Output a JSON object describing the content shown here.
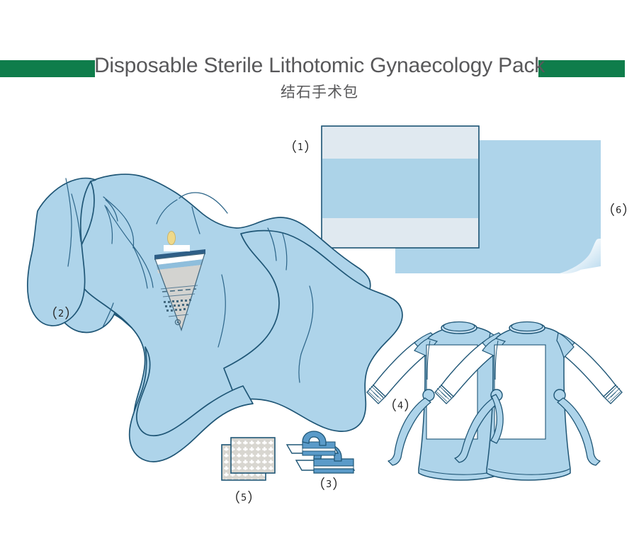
{
  "header": {
    "title_en": "Disposable Sterile Lithotomic Gynaecology Pack",
    "title_zh": "结石手术包",
    "accent_color": "#0F7D4B",
    "title_color": "#58585A"
  },
  "labels": {
    "open_paren": "（",
    "close_paren": "）",
    "item1": "1",
    "item2": "2",
    "item3": "3",
    "item4": "4",
    "item5": "5",
    "item6": "6"
  },
  "items": [
    {
      "number": "1",
      "name": "banded-drape-sheet",
      "description": "Rectangular drape sheet with light and medium blue horizontal bands",
      "colors": {
        "band_light": "#E0E9F0",
        "band_medium": "#ACD3E8",
        "outline": "#1F5676"
      }
    },
    {
      "number": "2",
      "name": "lithotomy-drape",
      "description": "Large draped lithotomy sheet with fenestration, funnel pouch and fluid collection bag",
      "colors": {
        "fabric": "#AED4EA",
        "outline": "#1F5676",
        "pouch": "#D3D3D0",
        "tab": "#EFD98A"
      }
    },
    {
      "number": "3",
      "name": "folded-sheets",
      "description": "Folded blue and white non-woven sheets",
      "colors": {
        "blue": "#5B9BC9",
        "white": "#FFFFFF",
        "outline": "#1F5676"
      }
    },
    {
      "number": "4",
      "name": "surgical-gowns",
      "description": "Two reinforced surgical gowns with knit cuffs, neck binding and waist ties",
      "quantity": 2,
      "colors": {
        "fabric": "#AED4EA",
        "reinforcement": "#FFFFFF",
        "outline": "#1F5676"
      }
    },
    {
      "number": "5",
      "name": "hand-towels",
      "description": "Two stacked absorbent hand towels with textured pattern",
      "quantity": 2,
      "colors": {
        "fabric": "#D8D6D0",
        "outline": "#1F5676"
      }
    },
    {
      "number": "6",
      "name": "wrapping-sheet",
      "description": "Large blue wrapping sheet with curled corner",
      "colors": {
        "fabric": "#AED4EA"
      }
    }
  ],
  "palette": {
    "blue_fabric": "#AED4EA",
    "blue_band": "#ACD3E8",
    "blue_light": "#E0E9F0",
    "outline_dark": "#1F5676",
    "green": "#0F7D4B",
    "gray_text": "#58585A",
    "towel_gray": "#D8D6D0",
    "pouch_gray": "#D3D3D0",
    "tab_yellow": "#EFD98A",
    "fold_blue": "#5B9BC9",
    "background": "#FFFFFF"
  }
}
